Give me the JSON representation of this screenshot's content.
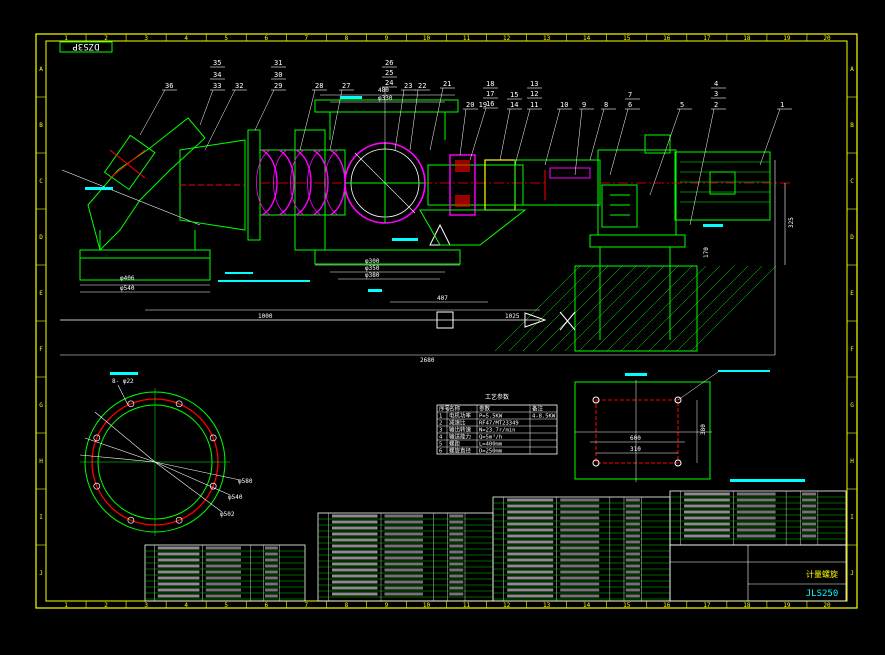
{
  "drawing": {
    "stamp": "DZS3P",
    "title_block": {
      "name": "计量螺旋",
      "code": "JLS250"
    },
    "border_col_labels": [
      "1",
      "2",
      "3",
      "4",
      "5",
      "6",
      "7",
      "8",
      "9",
      "10",
      "11",
      "12",
      "13",
      "14",
      "15",
      "16",
      "17",
      "18",
      "19",
      "20"
    ],
    "border_row_labels": [
      "A",
      "B",
      "C",
      "D",
      "E",
      "F",
      "G",
      "H",
      "I",
      "J"
    ],
    "part_numbers": {
      "p36": "36",
      "p35": "35",
      "p34": "34",
      "p33": "33",
      "p32": "32",
      "p31": "31",
      "p30": "30",
      "p29": "29",
      "p28": "28",
      "p27": "27",
      "p26": "26",
      "p25": "25",
      "p24": "24",
      "p23": "23",
      "p22": "22",
      "p21": "21",
      "p2019": "20 19",
      "p18": "18",
      "p17": "17",
      "p16": "16",
      "p15": "15",
      "p14": "14",
      "p13": "13",
      "p12": "12",
      "p11": "11",
      "p10": "10",
      "p9": "9",
      "p8": "8",
      "p7": "7",
      "p6": "6",
      "p5": "5",
      "p4": "4",
      "p3": "3",
      "p2": "2",
      "p1": "1"
    },
    "dims": {
      "d480": "480",
      "d330": "φ330",
      "d300": "φ300",
      "d350": "φ350",
      "d380": "φ380",
      "d406": "φ406",
      "d540": "φ540",
      "d407": "407",
      "d1000": "1000",
      "d1025": "1025",
      "d2680": "2680",
      "d325": "325",
      "d170": "170",
      "d380v": "380",
      "d600": "600",
      "d310": "310",
      "d380r": "380",
      "n622": "8- φ22",
      "c580": "φ580",
      "c540": "φ540",
      "c502": "φ502"
    },
    "process_table": {
      "title": "工艺参数",
      "headers": [
        "序号",
        "名称",
        "参数",
        "备注"
      ],
      "rows": [
        [
          "1",
          "电机功率",
          "P=5.5KW",
          "4-8.5KW"
        ],
        [
          "2",
          "减速比",
          "RF47/MT23349",
          ""
        ],
        [
          "3",
          "输出转速",
          "N=23.7r/min",
          ""
        ],
        [
          "4",
          "输送能力",
          "Q=5m³/h",
          ""
        ],
        [
          "5",
          "螺距",
          "L=400mm",
          ""
        ],
        [
          "6",
          "螺旋直径",
          "D=250mm",
          ""
        ]
      ]
    }
  }
}
